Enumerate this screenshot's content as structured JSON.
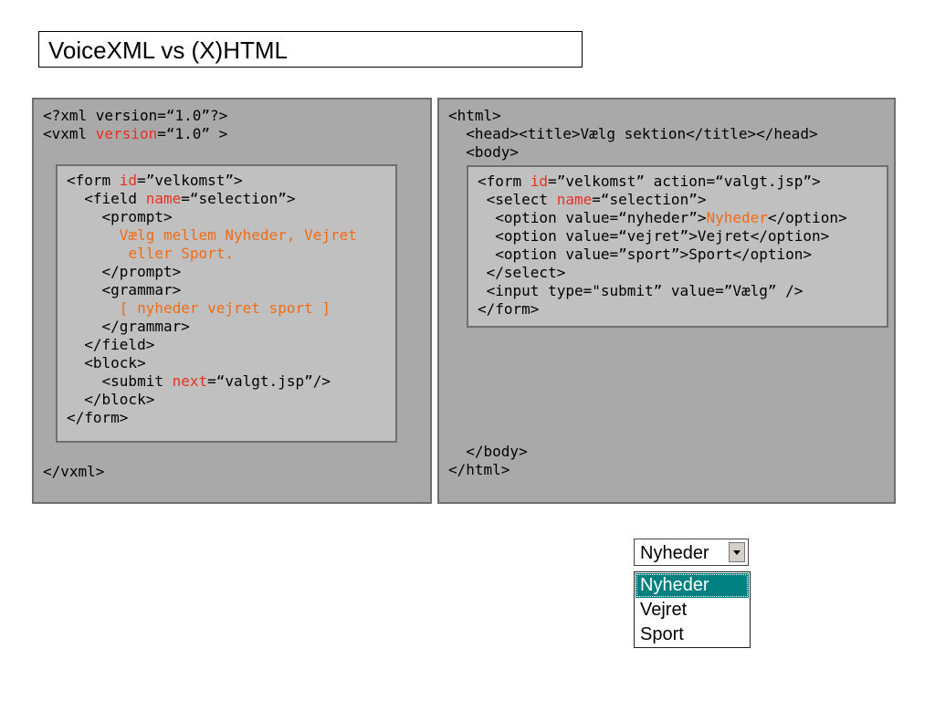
{
  "title": "VoiceXML vs (X)HTML",
  "vxml": {
    "l1": "<?xml version=“1.0”?>",
    "l2a": "<vxml ",
    "l2b": "version",
    "l2c": "=“1.0” >",
    "l3a": "<form ",
    "l3b": "id",
    "l3c": "=”velkomst”>",
    "l4a": "  <field ",
    "l4b": "name",
    "l4c": "=“selection”>",
    "l5": "    <prompt>",
    "l6": "      Vælg mellem Nyheder, Vejret",
    "l7": "       eller Sport.",
    "l8": "    </prompt>",
    "l9": "    <grammar>",
    "l10": "      [ nyheder vejret sport ]",
    "l11": "    </grammar>",
    "l12": "  </field>",
    "l13": "  <block>",
    "l14a": "    <submit ",
    "l14b": "next",
    "l14c": "=“valgt.jsp”/>",
    "l15": "  </block>",
    "l16": "</form>",
    "l17": "</vxml>"
  },
  "html": {
    "l1": "<html>",
    "l2": "  <head><title>Vælg sektion</title></head>",
    "l3": "  <body>",
    "l4a": "<form ",
    "l4b": "id",
    "l4c": "=”velkomst” action=“valgt.jsp”>",
    "l5a": " <select ",
    "l5b": "name",
    "l5c": "=“selection”>",
    "l6a": "  <option value=“nyheder”>",
    "l6b": "Nyheder",
    "l6c": "</option>",
    "l7": "  <option value=“vejret”>Vejret</option>",
    "l8": "  <option value=”sport”>Sport</option>",
    "l9": " </select>",
    "l10": " <input type=\"submit” value=”Vælg” />",
    "l11": "</form>",
    "l12": "  </body>",
    "l13": "</html>"
  },
  "select": {
    "value": "Nyheder",
    "options": [
      "Nyheder",
      "Vejret",
      "Sport"
    ],
    "selected_index": 0
  },
  "colors": {
    "attribute": "#e8321e",
    "content": "#f26b12",
    "panel": "#a9a9a9",
    "inner_panel": "#c0c0c0",
    "selection": "#008080"
  },
  "icons": {
    "select_arrow": "chevron-down-icon"
  }
}
